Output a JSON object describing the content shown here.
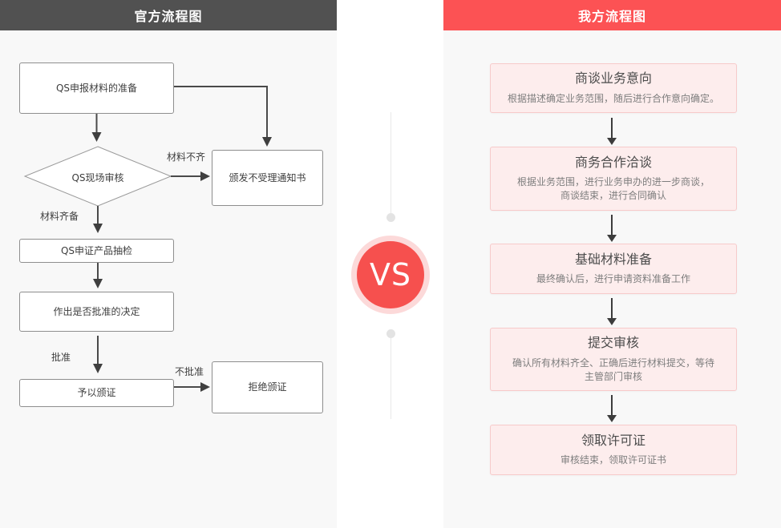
{
  "left": {
    "title": "官方流程图",
    "nodes": {
      "prepare": "QS申报材料的准备",
      "review": "QS现场审核",
      "reject_notice": "颁发不受理通知书",
      "sampling": "QS申证产品抽检",
      "decision": "作出是否批准的决定",
      "grant": "予以颁证",
      "refuse": "拒绝颁证"
    },
    "edge_labels": {
      "incomplete": "材料不齐",
      "complete": "材料齐备",
      "approved": "批准",
      "not_approved": "不批准"
    }
  },
  "center": {
    "vs_label": "VS"
  },
  "right": {
    "title": "我方流程图",
    "steps": [
      {
        "title": "商谈业务意向",
        "lines": [
          "根据描述确定业务范围，随后进行合作意向确定。"
        ]
      },
      {
        "title": "商务合作洽谈",
        "lines": [
          "根据业务范围，进行业务申办的进一步商谈，",
          "商谈结束，进行合同确认"
        ]
      },
      {
        "title": "基础材料准备",
        "lines": [
          "最终确认后，进行申请资料准备工作"
        ]
      },
      {
        "title": "提交审核",
        "lines": [
          "确认所有材料齐全、正确后进行材料提交，等待",
          "主管部门审核"
        ]
      },
      {
        "title": "领取许可证",
        "lines": [
          "审核结束，领取许可证书"
        ]
      }
    ]
  },
  "colors": {
    "left_header_bg": "#515151",
    "right_header_bg": "#fc5254",
    "panel_bg": "#f8f8f8",
    "step_card_bg": "#fdeded",
    "step_card_border": "#f7caca",
    "vs_circle": "#f6504e",
    "vs_ring": "#fcd9d9",
    "flow_box_border": "#8e8e8e",
    "arrow": "#3c3c3c"
  }
}
